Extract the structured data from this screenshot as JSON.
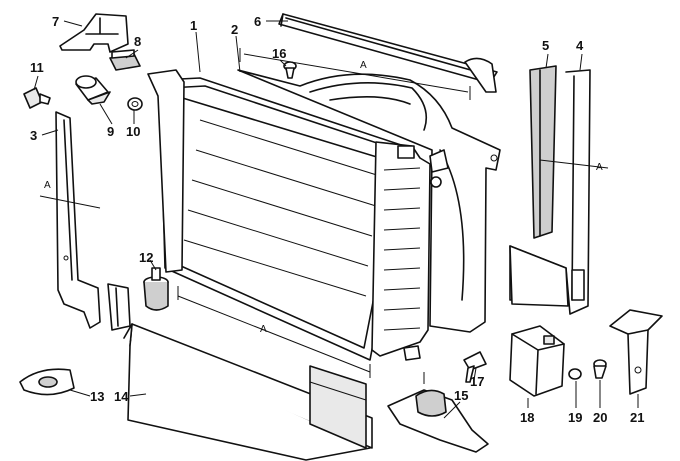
{
  "callouts": [
    {
      "id": "c1",
      "text": "1"
    },
    {
      "id": "c2",
      "text": "2"
    },
    {
      "id": "c3",
      "text": "3"
    },
    {
      "id": "c4",
      "text": "4"
    },
    {
      "id": "c5",
      "text": "5"
    },
    {
      "id": "c6",
      "text": "6"
    },
    {
      "id": "c7",
      "text": "7"
    },
    {
      "id": "c8",
      "text": "8"
    },
    {
      "id": "c9",
      "text": "9"
    },
    {
      "id": "c10",
      "text": "10"
    },
    {
      "id": "c11",
      "text": "11"
    },
    {
      "id": "c12",
      "text": "12"
    },
    {
      "id": "c13",
      "text": "13"
    },
    {
      "id": "c14",
      "text": "14"
    },
    {
      "id": "c15",
      "text": "15"
    },
    {
      "id": "c16",
      "text": "16"
    },
    {
      "id": "c17",
      "text": "17"
    },
    {
      "id": "c18",
      "text": "18"
    },
    {
      "id": "c19",
      "text": "19"
    },
    {
      "id": "c20",
      "text": "20"
    },
    {
      "id": "c21",
      "text": "21"
    }
  ],
  "dimension_marker": "A"
}
